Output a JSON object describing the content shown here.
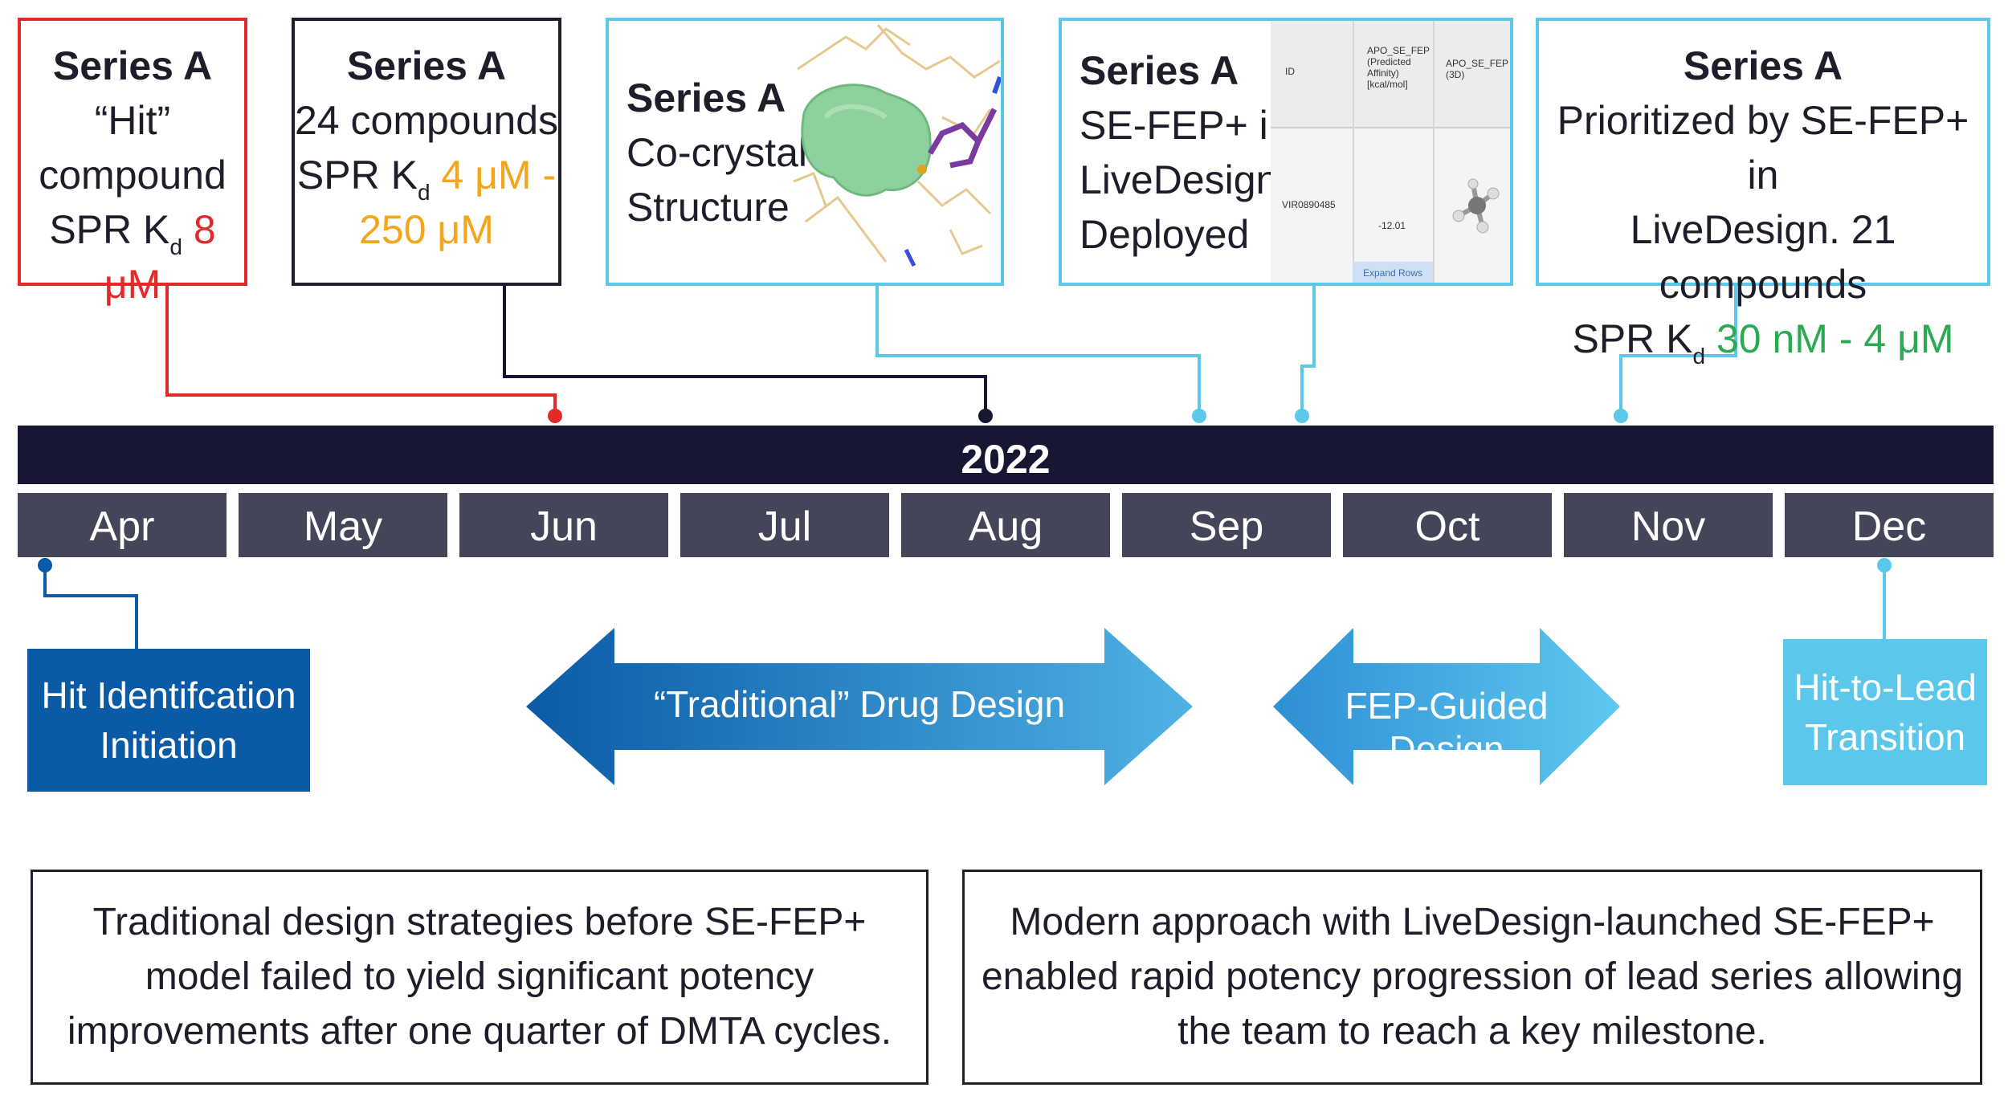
{
  "year": "2022",
  "months": [
    "Apr",
    "May",
    "Jun",
    "Jul",
    "Aug",
    "Sep",
    "Oct",
    "Nov",
    "Dec"
  ],
  "callouts": {
    "hit": {
      "title": "Series A",
      "line1": "“Hit”",
      "line2": "compound",
      "prefix": "SPR K",
      "sub": "d",
      "value": "8 μM",
      "color": "#e22a2a"
    },
    "compounds24": {
      "title": "Series A",
      "line1": "24 compounds",
      "prefix": "SPR K",
      "sub": "d",
      "value_a": "4 μM -",
      "value_b": "250 μM",
      "color": "#1e1e2a"
    },
    "crystal": {
      "title": "Series A",
      "line1": "Co-crystal",
      "line2": "Structure",
      "color": "#5bc8eb"
    },
    "sefep": {
      "title": "Series A",
      "line1": "SE-FEP+ in",
      "line2": "LiveDesign",
      "line3": "Deployed",
      "color": "#5bc8eb",
      "table": {
        "col_id": "ID",
        "col_affinity_1": "APO_SE_FEP",
        "col_affinity_2": "(Predicted",
        "col_affinity_3": "Affinity)",
        "col_affinity_4": "[kcal/mol]",
        "col_3d_1": "APO_SE_FEP",
        "col_3d_2": "(3D)",
        "row_id": "VIR0890485",
        "row_affinity": "-12.01",
        "expand": "Expand Rows"
      }
    },
    "prioritized": {
      "title": "Series A",
      "line1": "Prioritized by SE-FEP+ in",
      "line2": "LiveDesign. 21 compounds",
      "prefix": "SPR K",
      "sub": "d",
      "value": "30 nM - 4 μM",
      "color": "#5bc8eb"
    }
  },
  "phases": {
    "hit_id_1": "Hit Identifcation",
    "hit_id_2": "Initiation",
    "traditional": "“Traditional” Drug Design",
    "fep": "FEP-Guided Design",
    "h2l_1": "Hit-to-Lead",
    "h2l_2": "Transition"
  },
  "notes": {
    "left": [
      "Traditional design strategies before SE-FEP+",
      "model failed to yield significant potency",
      "improvements after one quarter of DMTA cycles."
    ],
    "right": [
      "Modern approach with LiveDesign-launched SE-FEP+",
      "enabled rapid potency progression of lead series allowing",
      "the team to reach a key milestone."
    ]
  },
  "colors": {
    "red": "#e22a2a",
    "navy": "#171733",
    "light_blue": "#5bc8eb",
    "dark_blue": "#0b5aa6",
    "month_gray": "#45455a",
    "orange": "#f3a61b",
    "green": "#2aaa52"
  }
}
